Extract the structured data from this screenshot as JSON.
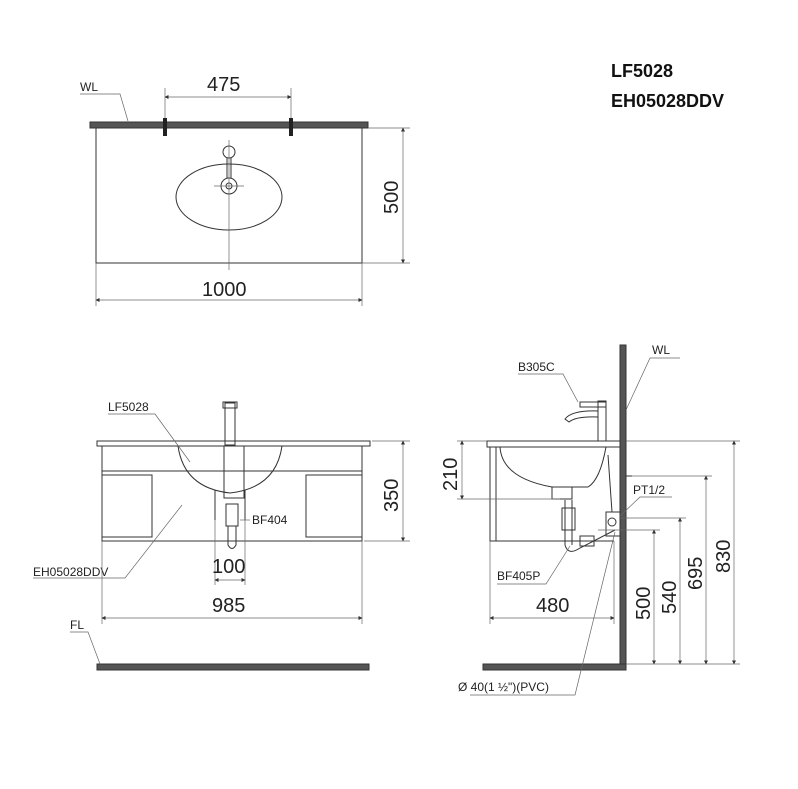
{
  "models": [
    "LF5028",
    "EH05028DDV"
  ],
  "top_view": {
    "wall_label": "WL",
    "dimensions": {
      "hole_spacing": "475",
      "depth": "500",
      "width": "1000"
    }
  },
  "front_view": {
    "basin_label": "LF5028",
    "cabinet_label": "EH05028DDV",
    "drain_label": "BF404",
    "floor_label": "FL",
    "dimensions": {
      "height": "350",
      "drain_width": "100",
      "cabinet_width": "985"
    }
  },
  "side_view": {
    "faucet_label": "B305C",
    "wall_label": "WL",
    "supply_label": "PT1/2",
    "trap_label": "BF405P",
    "pipe_label": "Ø  40(1 ½\")(PVC)",
    "dimensions": {
      "basin_depth": "210",
      "cabinet_depth": "480",
      "pipe_height": "500",
      "supply_height": "540",
      "drain_height": "695",
      "top_height": "830"
    }
  }
}
